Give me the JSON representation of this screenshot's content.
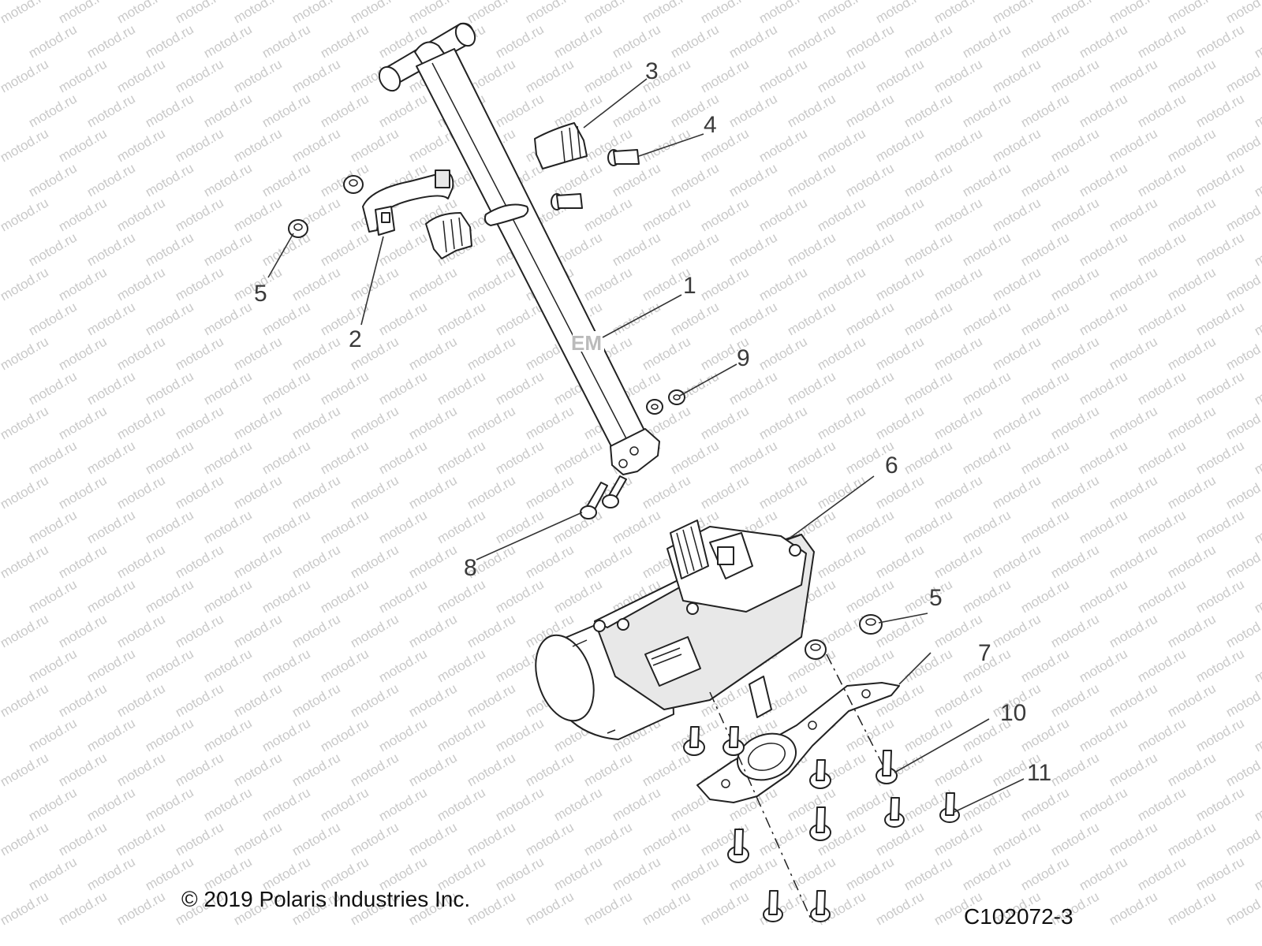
{
  "callouts": [
    "1",
    "2",
    "3",
    "4",
    "5",
    "6",
    "7",
    "8",
    "9",
    "10",
    "11"
  ],
  "watermark": "motod.ru",
  "copyright": "© 2019 Polaris Industries Inc.",
  "figure_id": "C102072-3"
}
